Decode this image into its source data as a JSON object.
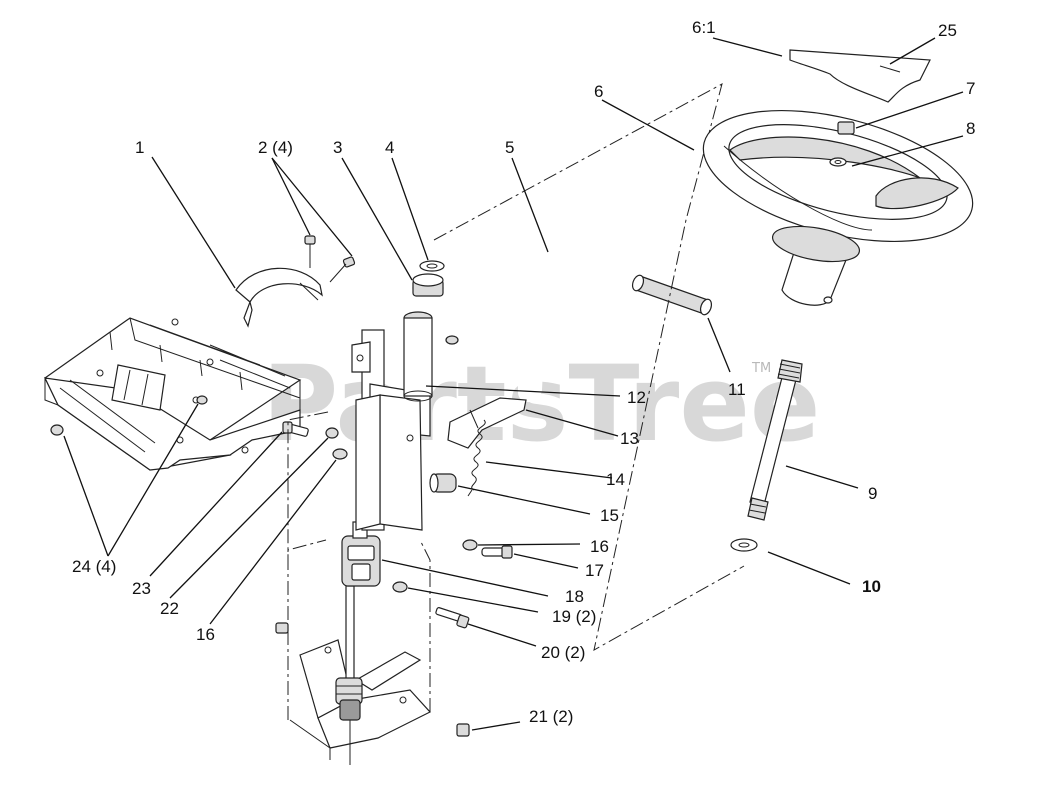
{
  "diagram": {
    "watermark": "PartsTree",
    "watermark_tm": "TM",
    "callouts": [
      {
        "id": "c1",
        "label": "1"
      },
      {
        "id": "c2",
        "label": "2 (4)"
      },
      {
        "id": "c3",
        "label": "3"
      },
      {
        "id": "c4",
        "label": "4"
      },
      {
        "id": "c5",
        "label": "5"
      },
      {
        "id": "c6",
        "label": "6"
      },
      {
        "id": "c61",
        "label": "6:1"
      },
      {
        "id": "c25",
        "label": "25"
      },
      {
        "id": "c7",
        "label": "7"
      },
      {
        "id": "c8",
        "label": "8"
      },
      {
        "id": "c11",
        "label": "11"
      },
      {
        "id": "c12",
        "label": "12"
      },
      {
        "id": "c13",
        "label": "13"
      },
      {
        "id": "c14",
        "label": "14"
      },
      {
        "id": "c15",
        "label": "15"
      },
      {
        "id": "c16a",
        "label": "16"
      },
      {
        "id": "c17",
        "label": "17"
      },
      {
        "id": "c18",
        "label": "18"
      },
      {
        "id": "c19",
        "label": "19 (2)"
      },
      {
        "id": "c20",
        "label": "20 (2)"
      },
      {
        "id": "c21",
        "label": "21 (2)"
      },
      {
        "id": "c9",
        "label": "9"
      },
      {
        "id": "c10",
        "label": "10"
      },
      {
        "id": "c24",
        "label": "24 (4)"
      },
      {
        "id": "c23",
        "label": "23"
      },
      {
        "id": "c22",
        "label": "22"
      },
      {
        "id": "c16b",
        "label": "16"
      }
    ]
  }
}
